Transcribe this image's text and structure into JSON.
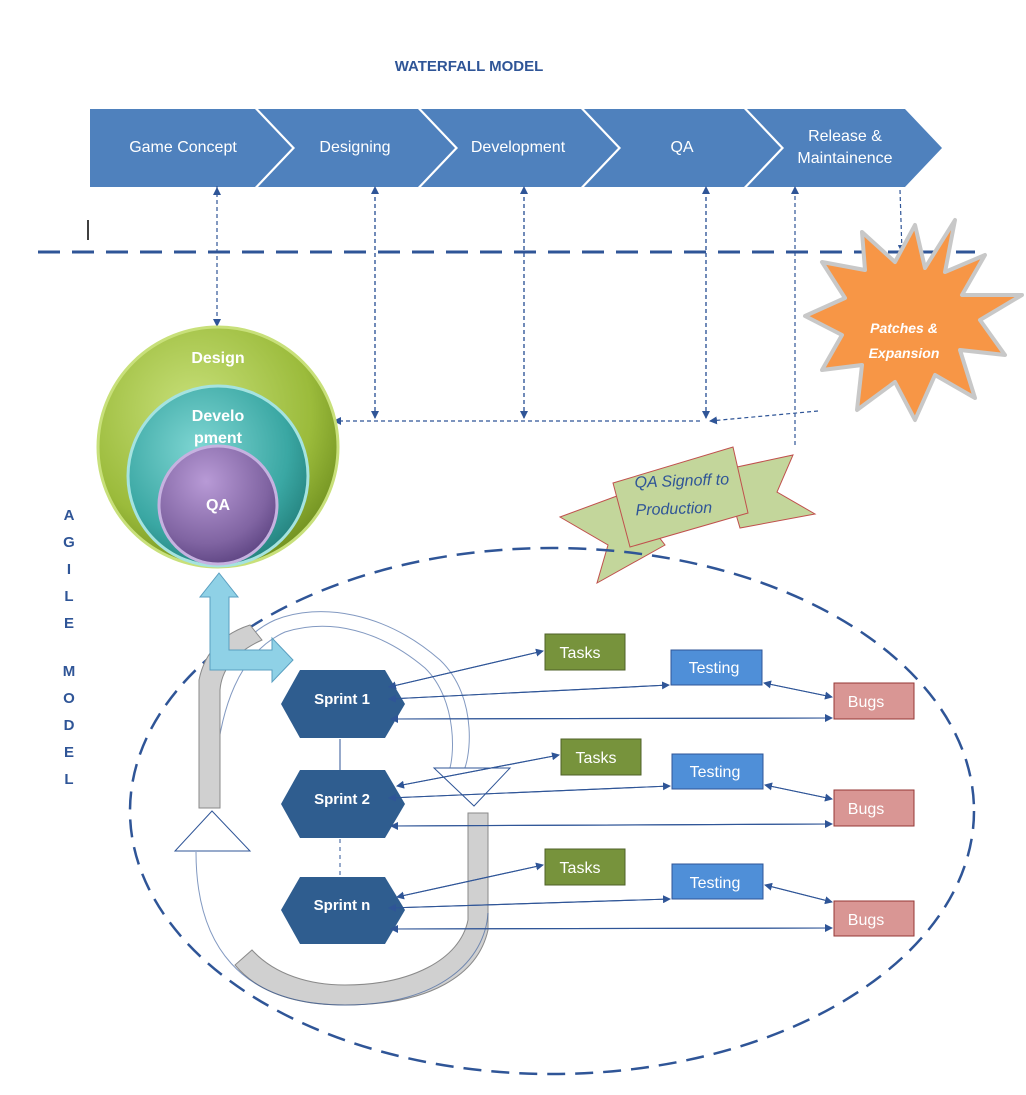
{
  "title": "WATERFALL MODEL",
  "waterfall": {
    "stages": [
      {
        "lines": [
          "Game Concept"
        ]
      },
      {
        "lines": [
          "Designing"
        ]
      },
      {
        "lines": [
          "Development"
        ]
      },
      {
        "lines": [
          "QA"
        ]
      },
      {
        "lines": [
          "Release &",
          "Maintainence"
        ]
      }
    ],
    "color": "#4f81bd"
  },
  "agile_label": [
    "A",
    "G",
    "I",
    "L",
    "E",
    "",
    "M",
    "O",
    "D",
    "E",
    "L"
  ],
  "circles": {
    "design": "Design",
    "development": [
      "Develo",
      "pment"
    ],
    "qa": "QA"
  },
  "patches": [
    "Patches &",
    "Expansion"
  ],
  "banner": [
    "QA Signoff to",
    "Production"
  ],
  "sprints": [
    {
      "label": "Sprint 1",
      "tasks": "Tasks",
      "testing": "Testing",
      "bugs": "Bugs"
    },
    {
      "label": "Sprint 2",
      "tasks": "Tasks",
      "testing": "Testing",
      "bugs": "Bugs"
    },
    {
      "label": "Sprint n",
      "tasks": "Tasks",
      "testing": "Testing",
      "bugs": "Bugs"
    }
  ],
  "colors": {
    "hex": "#2f5d8f",
    "tasks": "#77933c",
    "testing": "#4f8fd8",
    "bugs": "#d99694",
    "star": "#f79646",
    "banner": "#c3d69b",
    "dash": "#2f5597"
  }
}
